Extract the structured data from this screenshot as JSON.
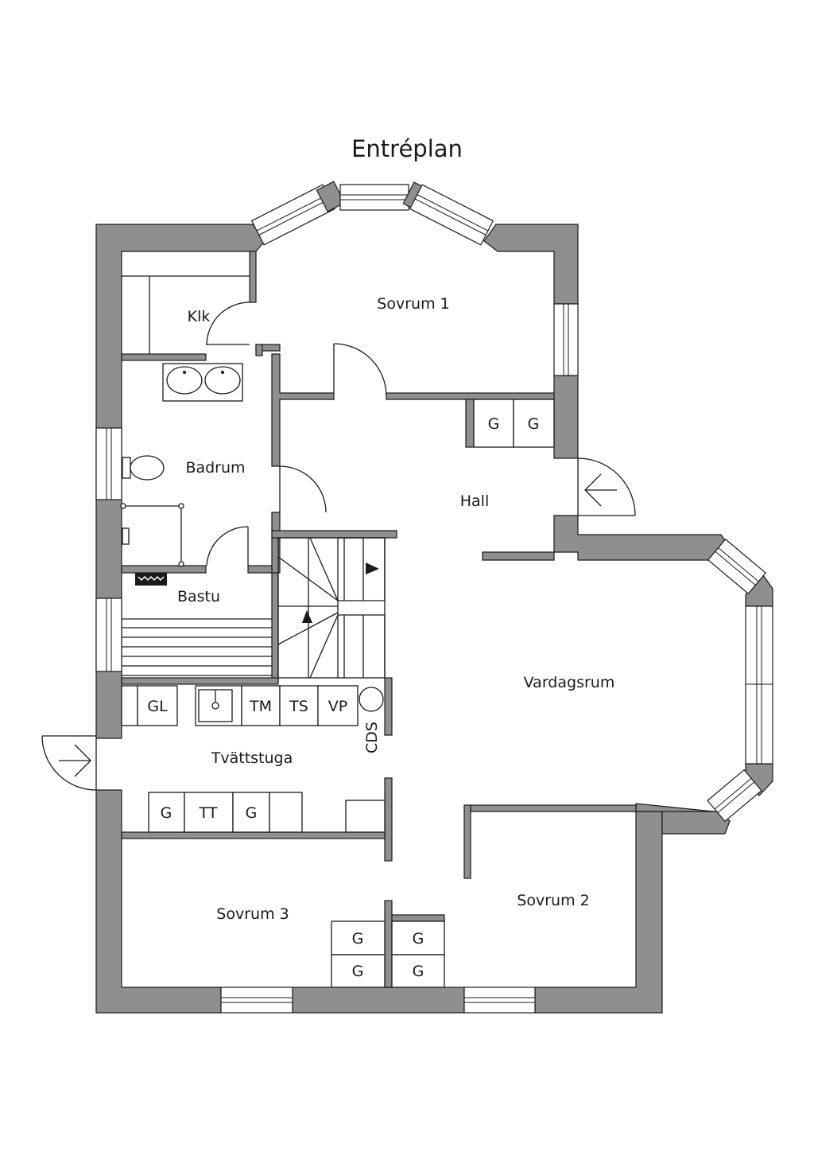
{
  "title": "Entréplan",
  "rooms": {
    "sovrum1": "Sovrum 1",
    "klk": "Klk",
    "badrum": "Badrum",
    "hall": "Hall",
    "bastu": "Bastu",
    "vardagsrum": "Vardagsrum",
    "tvattstuga": "Tvättstuga",
    "sovrum2": "Sovrum 2",
    "sovrum3": "Sovrum 3"
  },
  "fixtures": {
    "hall_g1": "G",
    "hall_g2": "G",
    "gl": "GL",
    "tm": "TM",
    "ts": "TS",
    "vp": "VP",
    "cds": "CDS",
    "tv_g1": "G",
    "tt": "TT",
    "tv_g2": "G",
    "s3_g1": "G",
    "s3_g2": "G",
    "s2_g1": "G",
    "s2_g2": "G"
  },
  "colors": {
    "wall": "#8f8f8f",
    "line": "#1a1a1a",
    "background": "#ffffff"
  }
}
